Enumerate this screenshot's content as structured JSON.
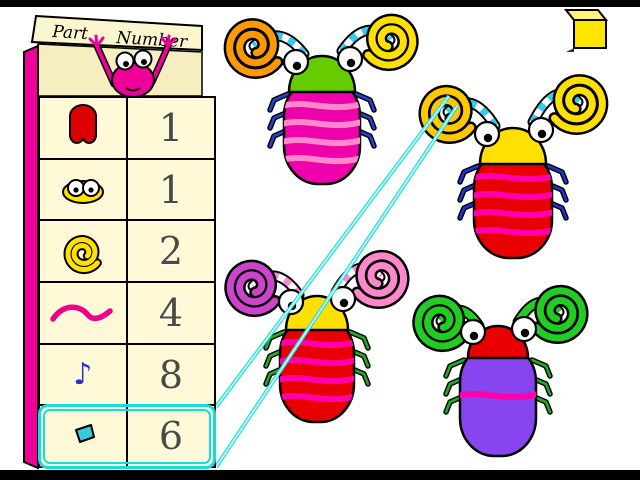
{
  "screen": {
    "background": "#FFFFFF",
    "border_bar_color": "#000000"
  },
  "parts_box": {
    "header": {
      "part_label": "Part",
      "number_label": "Number"
    },
    "side_color": "#EE0099",
    "panel_color": "#FFF9D8",
    "rows": [
      {
        "part_name": "bug-body",
        "icon_color": "#DD0000",
        "number": "1",
        "selected": false
      },
      {
        "part_name": "bug-eyes",
        "icon_color": "#FFE000",
        "number": "1",
        "selected": false
      },
      {
        "part_name": "bug-horn-spiral",
        "icon_color": "#FFE000",
        "number": "2",
        "selected": false
      },
      {
        "part_name": "bug-stripe",
        "icon_color": "#EE0088",
        "number": "4",
        "selected": false
      },
      {
        "part_name": "music-note",
        "icon_glyph": "♪",
        "icon_color": "#2233CC",
        "number": "8",
        "selected": false
      },
      {
        "part_name": "confetti-piece",
        "icon_color": "#33CCDD",
        "number": "6",
        "selected": true
      }
    ]
  },
  "selection": {
    "selected_row_number": "6",
    "connector_color": "#17E2E2",
    "target_bug_index": 1
  },
  "mascot": {
    "name": "peeking-bug",
    "color": "#EE0099"
  },
  "box_button": {
    "color": "#FFE600"
  },
  "bugs": [
    {
      "body_color": "#EE00AA",
      "stripe_color": "#FF88CC",
      "stripe_count": 4,
      "head_color": "#66CC00",
      "left_horn_color": "#FF9900",
      "right_horn_color": "#FFE000",
      "arc_color": "#33CCEE",
      "arc_style": "striped",
      "leg_color": "#2244CC"
    },
    {
      "body_color": "#E80000",
      "stripe_color": "#FF00AA",
      "stripe_count": 4,
      "head_color": "#FFE000",
      "left_horn_color": "#FFC800",
      "right_horn_color": "#FFE000",
      "arc_color": "#33CCEE",
      "arc_style": "striped",
      "leg_color": "#2233CC"
    },
    {
      "body_color": "#E80000",
      "stripe_color": "#FF00AA",
      "stripe_count": 4,
      "head_color": "#FFE000",
      "left_horn_color": "#CC44CC",
      "right_horn_color": "#FF88CC",
      "arc_color": "#FF88CC",
      "arc_style": "striped",
      "leg_color": "#22AA22"
    },
    {
      "body_color": "#8844EE",
      "stripe_color": "#FF00AA",
      "stripe_count": 1,
      "head_color": "#E80000",
      "left_horn_color": "#22CC22",
      "right_horn_color": "#22CC22",
      "arc_color": "#22CC22",
      "arc_style": "solid",
      "leg_color": "#22AA22"
    }
  ]
}
